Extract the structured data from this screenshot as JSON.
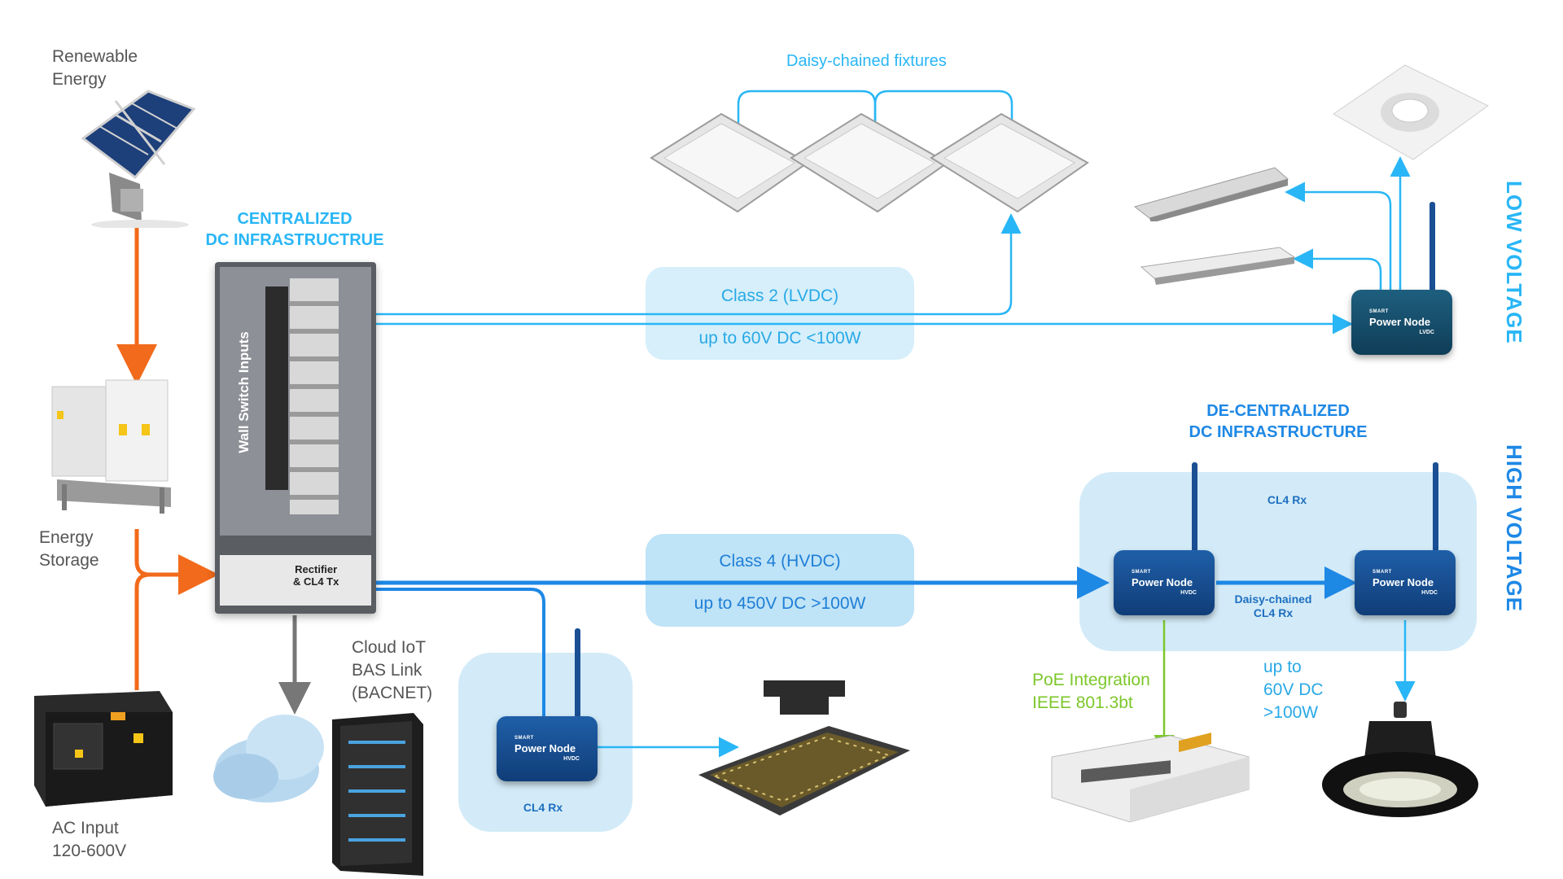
{
  "labels": {
    "renewable_energy": "Renewable\nEnergy",
    "energy_storage": "Energy\nStorage",
    "ac_input": "AC Input\n120-600V",
    "cloud_iot": "Cloud IoT\nBAS Link\n(BACNET)",
    "centralized": "CENTRALIZED\nDC INFRASTRUCTRUE",
    "decentralized": "DE-CENTRALIZED\nDC INFRASTRUCTURE",
    "wall_switch_inputs": "Wall Switch Inputs",
    "rectifier": "Rectifier\n& CL4 Tx",
    "daisy_chained_fixtures": "Daisy-chained fixtures",
    "class2_title": "Class 2 (LVDC)",
    "class2_sub": "up to 60V DC <100W",
    "class4_title": "Class 4 (HVDC)",
    "class4_sub": "up to 450V DC >100W",
    "low_voltage": "LOW VOLTAGE",
    "high_voltage": "HIGH VOLTAGE",
    "cl4_rx_top": "CL4 Rx",
    "cl4_rx_bottom": "CL4 Rx",
    "daisy_chained_cl4": "Daisy-chained\nCL4 Rx",
    "poe_integration": "PoE Integration\nIEEE 801.3bt",
    "up_to_60v": "up to\n60V DC\n>100W"
  },
  "nodes": {
    "smart": "SMART",
    "power_node": "Power Node",
    "lvdc": "LVDC",
    "hvdc": "HVDC"
  },
  "colors": {
    "orange": "#f26a1b",
    "light_blue": "#29b6f6",
    "blue": "#1e88e5",
    "green": "#7cc72a",
    "grey": "#777777"
  }
}
